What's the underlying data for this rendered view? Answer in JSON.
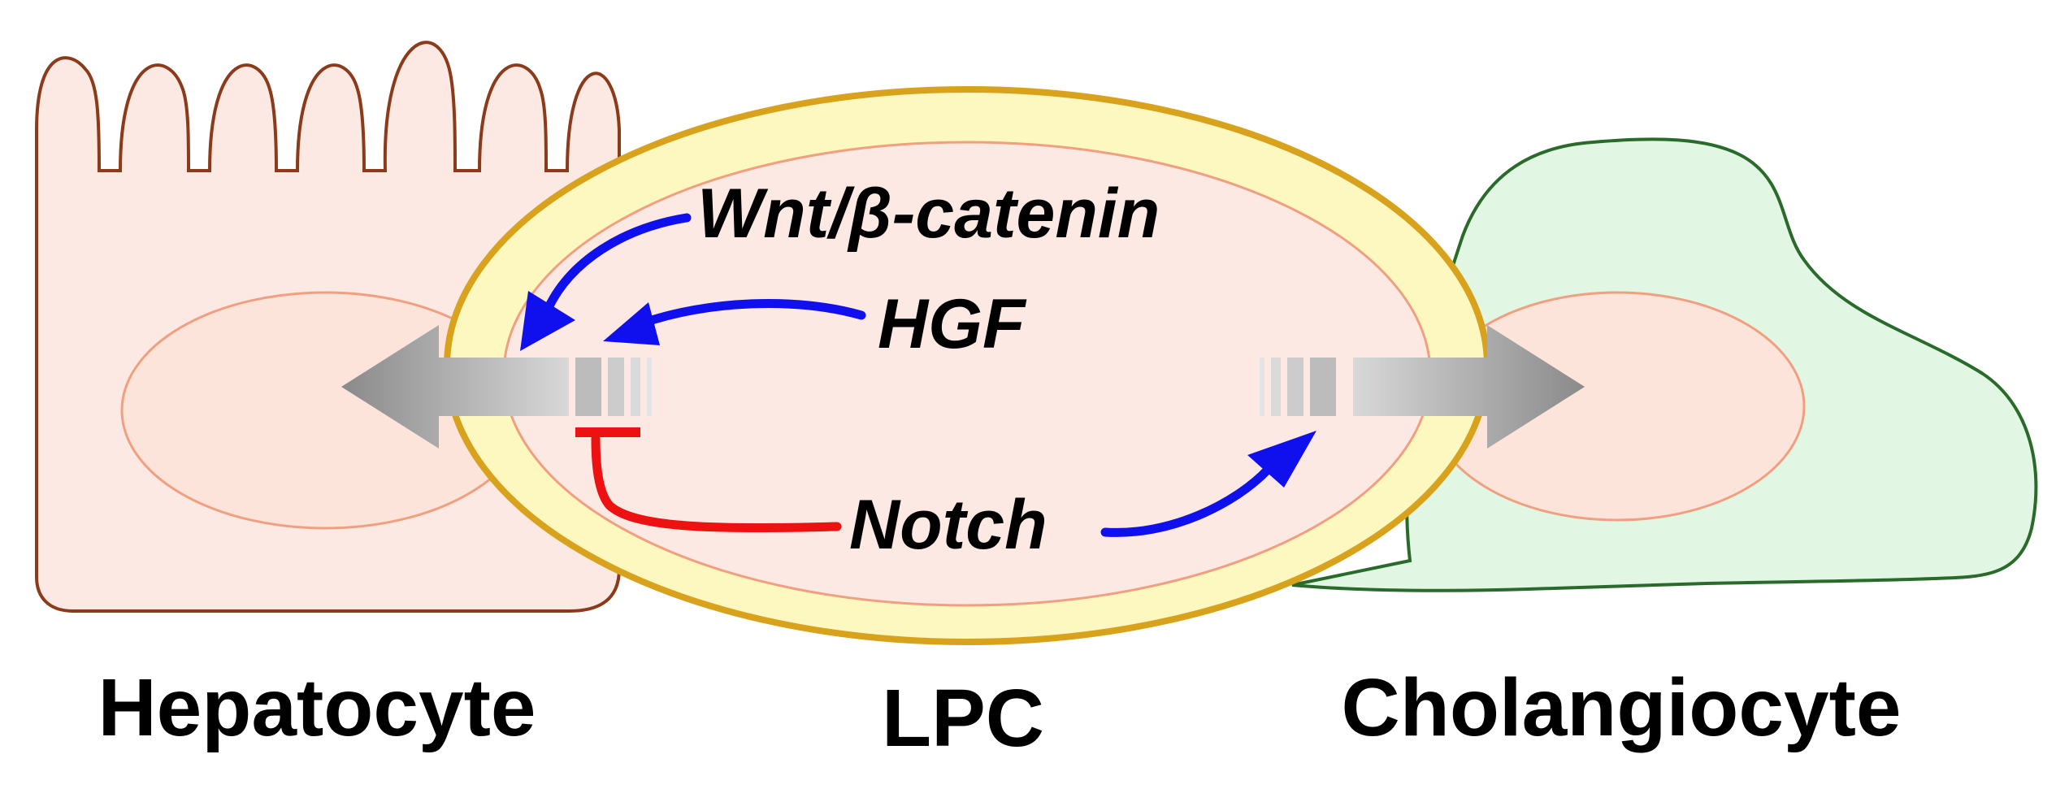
{
  "cells": {
    "hepatocyte": {
      "label": "Hepatocyte",
      "fill": "#fde9e3",
      "stroke": "#8b3a1a"
    },
    "lpc": {
      "label": "LPC",
      "outer_fill": "#fdf8c0",
      "outer_stroke": "#d9a21c",
      "inner_fill": "#fde9e3",
      "inner_stroke": "#f0a080"
    },
    "cholangiocyte": {
      "label": "Cholangiocyte",
      "fill": "#e1f7e4",
      "stroke": "#2a6a2a"
    }
  },
  "nucleus": {
    "fill": "#fde4da",
    "stroke": "#f0a080"
  },
  "signals": {
    "wnt": {
      "label": "Wnt/β-catenin",
      "effect": "promotes hepatocyte differentiation"
    },
    "hgf": {
      "label": "HGF",
      "effect": "promotes hepatocyte differentiation"
    },
    "notch": {
      "label": "Notch",
      "effect_hepatocyte": "inhibits",
      "effect_cholangiocyte": "promotes"
    }
  },
  "colors": {
    "activation": "#1010ee",
    "inhibition": "#ee1111",
    "differentiation_arrow": "#8a8a8a"
  }
}
